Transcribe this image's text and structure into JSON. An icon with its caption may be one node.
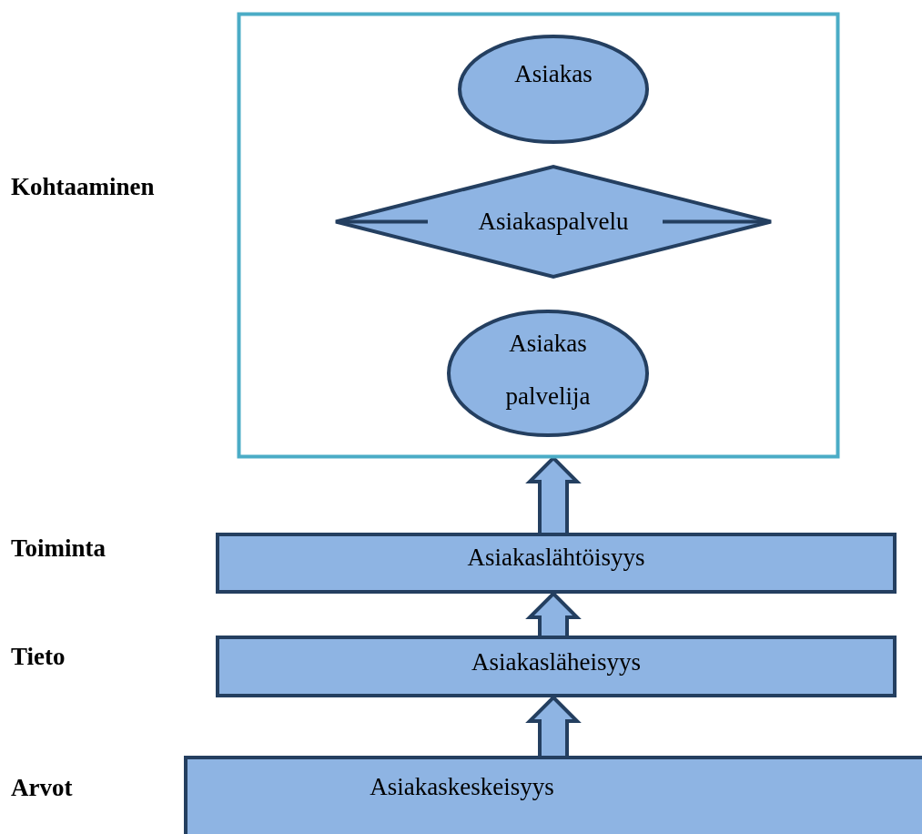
{
  "diagram": {
    "nodes": [
      {
        "text": [],
        "shape": "box"
      },
      {
        "text": [
          "Asiakas"
        ],
        "in": 0
      },
      {
        "text": [
          "Asiakaspalvelu"
        ],
        "in": 0
      },
      {
        "text": [
          "Asiakas palvelija"
        ],
        "in": 0
      },
      {
        "text": [
          "Asiakaslähtöisyys"
        ]
      },
      {
        "text": [
          "Asiakasläheisyys"
        ]
      },
      {
        "text": [
          "Asiakaskeskeisyys"
        ]
      }
    ],
    "edges": [
      {
        "from": 6,
        "to": 5,
        "arrow": "to"
      },
      {
        "from": 5,
        "to": 4,
        "arrow": "to"
      },
      {
        "from": 4,
        "to": 0,
        "arrow": "to"
      }
    ],
    "labels": [
      "Kohtaaminen",
      "Toiminta",
      "Tieto",
      "Arvot"
    ]
  }
}
